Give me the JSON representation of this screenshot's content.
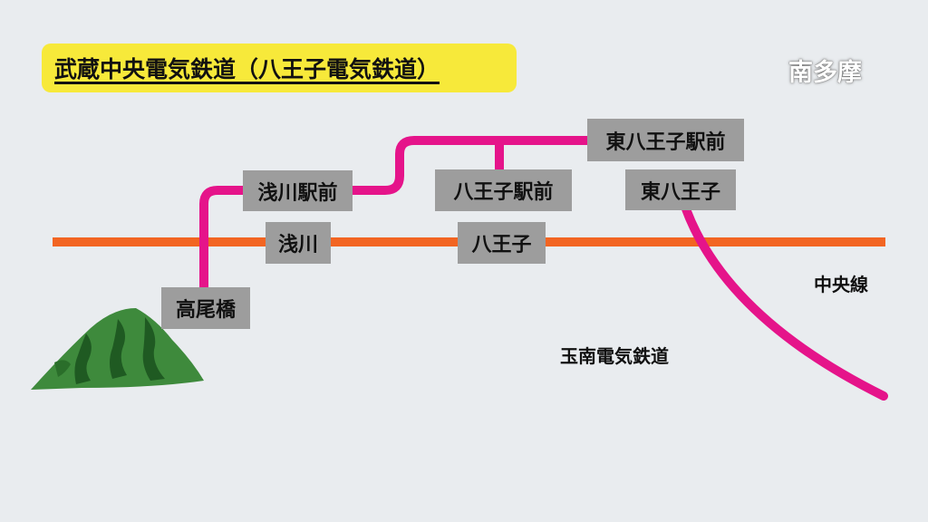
{
  "title": "武蔵中央電気鉄道（八王子電気鉄道）",
  "region": "南多摩",
  "stations": {
    "asakawa_ekimae": "浅川駅前",
    "hachioji_ekimae": "八王子駅前",
    "higashi_hachioji_ekimae": "東八王子駅前",
    "higashi_hachioji": "東八王子",
    "asakawa": "浅川",
    "hachioji": "八王子",
    "takaobashi": "高尾橋"
  },
  "lines": {
    "chuo": "中央線",
    "gyokunan": "玉南電気鉄道"
  },
  "colors": {
    "musashi_chuo_line": "#e5148a",
    "chuo_line": "#f26522",
    "station_box": "#9d9d9d",
    "title_bg": "#f7e93a",
    "background": "#e9ecef",
    "mountain": "#3e8a3c"
  },
  "icons": [
    "mountain-icon"
  ]
}
